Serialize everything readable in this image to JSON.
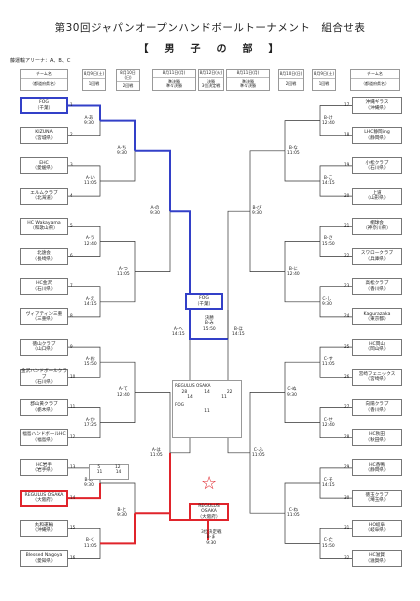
{
  "title": "第30回ジャパンオープンハンドボールトーナメント　組合せ表",
  "subtitle": "【　男　子　の　部　】",
  "venue": "藤運輸アリーナ：A、B、C",
  "headers": {
    "left_team": {
      "top": "チーム名",
      "bot": "（都道府県名）"
    },
    "right_team": {
      "top": "チーム名",
      "bot": "（都道府県名）"
    },
    "d1l": {
      "date": "8月9日(土)",
      "round": "1回戦"
    },
    "d2l": {
      "date": "8月10日(日)",
      "round": "2回戦"
    },
    "d3l": {
      "date": "8月11日(月)",
      "round": "準決勝\n準々決勝"
    },
    "dfinal": {
      "date": "8月12日(火)",
      "round": "決勝\n3位決定戦"
    },
    "d3r": {
      "date": "8月11日(月)",
      "round": "準決勝\n準々決勝"
    },
    "d2r": {
      "date": "8月10日(日)",
      "round": "2回戦"
    },
    "d1r": {
      "date": "8月9日(土)",
      "round": "1回戦"
    }
  },
  "left_teams": [
    {
      "seed": "1",
      "name": "FOG",
      "pref": "（千葉）"
    },
    {
      "seed": "2",
      "name": "KIZUNA",
      "pref": "（宮城県）"
    },
    {
      "seed": "3",
      "name": "EHC",
      "pref": "（愛媛県）"
    },
    {
      "seed": "4",
      "name": "エルムクラブ",
      "pref": "（北海道）"
    },
    {
      "seed": "5",
      "name": "HC Wakayama",
      "pref": "（和歌山県）"
    },
    {
      "seed": "6",
      "name": "北遠会",
      "pref": "（長崎県）"
    },
    {
      "seed": "7",
      "name": "HC金沢",
      "pref": "（石川県）"
    },
    {
      "seed": "8",
      "name": "ヴィアティン三重",
      "pref": "（三重県）"
    },
    {
      "seed": "9",
      "name": "徳山クラブ",
      "pref": "（山口県）"
    },
    {
      "seed": "10",
      "name": "金沢ハンドボールクラブ",
      "pref": "（石川県）"
    },
    {
      "seed": "11",
      "name": "郡山黄クラブ",
      "pref": "（栃木県）"
    },
    {
      "seed": "12",
      "name": "福島ハンドボールHC",
      "pref": "（福島県）"
    },
    {
      "seed": "13",
      "name": "HC岩手",
      "pref": "（岩手県）"
    },
    {
      "seed": "14",
      "name": "REGULUS OSAKA",
      "pref": "（大阪府）"
    },
    {
      "seed": "15",
      "name": "丸和運輸",
      "pref": "（沖縄県）"
    },
    {
      "seed": "16",
      "name": "Blessed Nagoya",
      "pref": "（愛知県）"
    }
  ],
  "right_teams": [
    {
      "seed": "17",
      "name": "沖縄ギラス",
      "pref": "（沖縄県）"
    },
    {
      "seed": "18",
      "name": "LHC静岡ing",
      "pref": "（静岡県）"
    },
    {
      "seed": "19",
      "name": "小松クラブ",
      "pref": "（石川県）"
    },
    {
      "seed": "20",
      "name": "上道",
      "pref": "（山形県）"
    },
    {
      "seed": "21",
      "name": "桐球会",
      "pref": "（神奈川県）"
    },
    {
      "seed": "22",
      "name": "スワロークラブ",
      "pref": "（兵庫県）"
    },
    {
      "seed": "23",
      "name": "高松クラブ",
      "pref": "（香川県）"
    },
    {
      "seed": "24",
      "name": "Kagurazaka",
      "pref": "（東京都）"
    },
    {
      "seed": "25",
      "name": "HC岡山",
      "pref": "（岡山県）"
    },
    {
      "seed": "26",
      "name": "宮崎フェニックス",
      "pref": "（宮崎県）"
    },
    {
      "seed": "27",
      "name": "向陽クラブ",
      "pref": "（香川県）"
    },
    {
      "seed": "28",
      "name": "HC秋田",
      "pref": "（秋田県）"
    },
    {
      "seed": "29",
      "name": "HC香鴨",
      "pref": "（静岡県）"
    },
    {
      "seed": "30",
      "name": "徳玉クラブ",
      "pref": "（埼玉県）"
    },
    {
      "seed": "31",
      "name": "HO岐阜",
      "pref": "（岐阜県）"
    },
    {
      "seed": "32",
      "name": "HC滋賀",
      "pref": "（滋賀県）"
    }
  ],
  "left_r1": [
    {
      "label": "A-あ",
      "time": "9:30"
    },
    {
      "label": "A-い",
      "time": "11:05"
    },
    {
      "label": "A-う",
      "time": "12:40"
    },
    {
      "label": "A-え",
      "time": "14:15"
    },
    {
      "label": "A-お",
      "time": "15:50"
    },
    {
      "label": "A-か",
      "time": "17:25"
    },
    {
      "label": "B-あ",
      "time": "9:30"
    },
    {
      "label": "B-く",
      "time": "11:05"
    }
  ],
  "left_r2": [
    {
      "label": "A-ち",
      "time": "9:30"
    },
    {
      "label": "A-つ",
      "time": "11:05"
    },
    {
      "label": "A-て",
      "time": "12:40"
    },
    {
      "label": "B-と",
      "time": "9:30"
    }
  ],
  "left_qf": [
    {
      "label": "A-の",
      "time": "9:30"
    },
    {
      "label": "A-は",
      "time": "11:05"
    }
  ],
  "left_sf": {
    "label": "A-へ",
    "time": "14:15"
  },
  "right_r1": [
    {
      "label": "B-け",
      "time": "12:40"
    },
    {
      "label": "B-こ",
      "time": "14:15"
    },
    {
      "label": "B-さ",
      "time": "15:50"
    },
    {
      "label": "C-し",
      "time": "9:30"
    },
    {
      "label": "C-す",
      "time": "11:05"
    },
    {
      "label": "C-せ",
      "time": "12:40"
    },
    {
      "label": "C-そ",
      "time": "14:15"
    },
    {
      "label": "C-た",
      "time": "15:50"
    }
  ],
  "right_r2": [
    {
      "label": "B-な",
      "time": "11:05"
    },
    {
      "label": "B-に",
      "time": "12:40"
    },
    {
      "label": "C-ぬ",
      "time": "9:30"
    },
    {
      "label": "C-ね",
      "time": "11:05"
    }
  ],
  "right_qf": [
    {
      "label": "B-び",
      "time": "9:30"
    },
    {
      "label": "C-ふ",
      "time": "11:05"
    }
  ],
  "right_sf": {
    "label": "B-ほ",
    "time": "14:15"
  },
  "final": {
    "label": "決勝",
    "court": "B-み",
    "time": "15:50"
  },
  "third": {
    "label": "3位決定戦",
    "court": "B-ま",
    "time": "9:30"
  },
  "finalist_left": {
    "name": "FOG",
    "pref": "（千葉）"
  },
  "finalist_right": {
    "name": "REGULUS OSAKA",
    "pref": "（大阪府）"
  },
  "final_score": {
    "team_a": "REGULUS OSAKA",
    "team_b": "FOG",
    "score_a": "28",
    "score_b": "22",
    "h1_a": "14",
    "h1_b": "11",
    "h2_a": "14",
    "h2_b": "11",
    "ot_a": "",
    "ot_b": ""
  },
  "mini_score": {
    "left": "5",
    "right": "11",
    "a": "12",
    "b": "14"
  },
  "star_glyph": "☆",
  "colors": {
    "blue": "#3340c8",
    "red": "#e0242b",
    "line": "#333333"
  }
}
